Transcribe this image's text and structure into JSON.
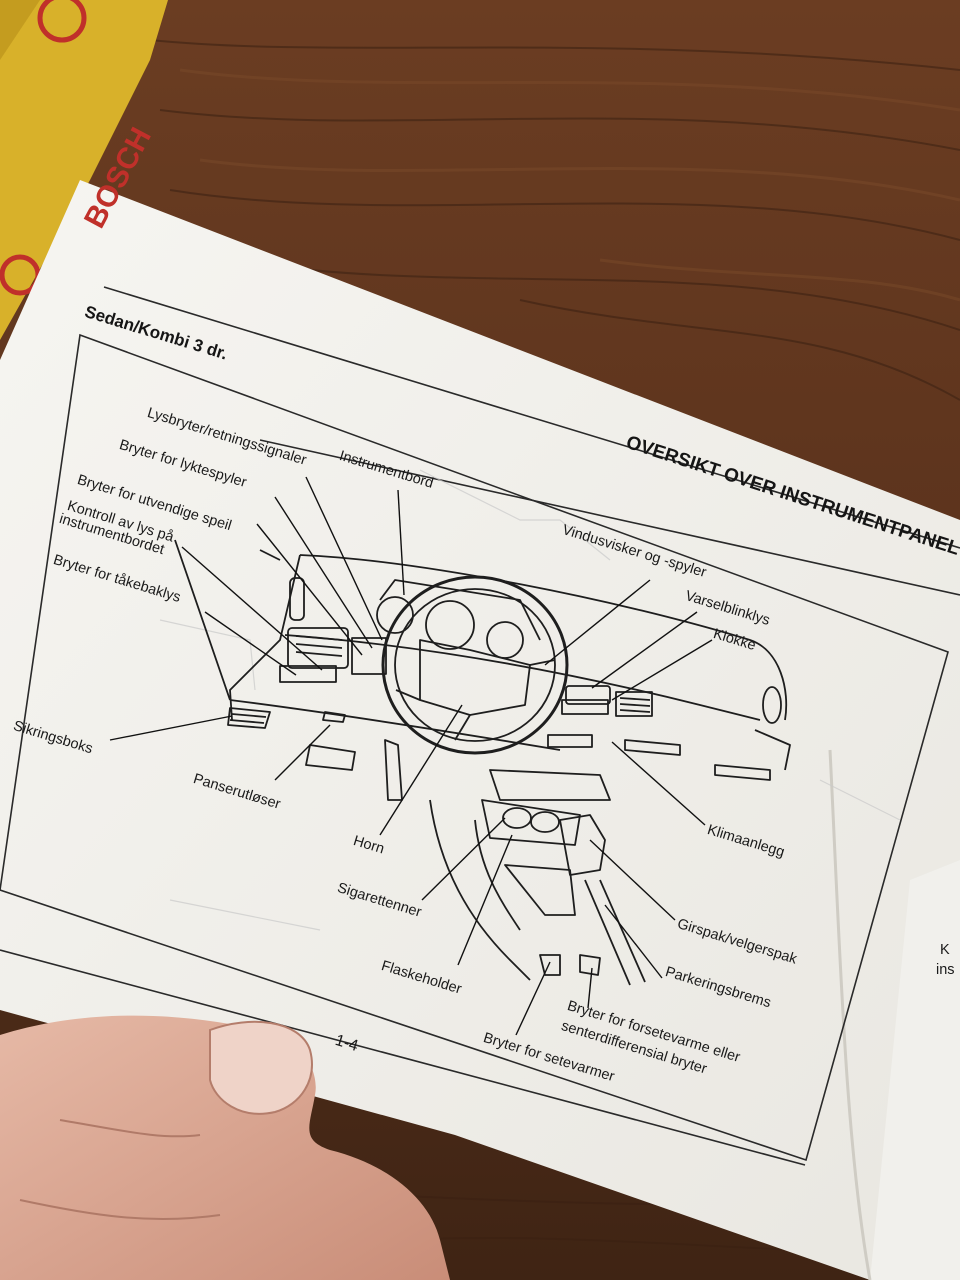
{
  "manual": {
    "model_heading": "Sedan/Kombi 3 dr.",
    "section_title": "OVERSIKT OVER INSTRUMENTPANEL",
    "page_number": "1-4",
    "right_page_fragment": [
      "K",
      "ins"
    ]
  },
  "callouts": {
    "lysbryter": "Lysbryter/retningssignaler",
    "lyktespyler": "Bryter for lyktespyler",
    "speil": "Bryter for utvendige speil",
    "kontroll_line1": "Kontroll av lys på",
    "kontroll_line2": "instrumentbordet",
    "takebaklys": "Bryter for tåkebaklys",
    "sikringsboks": "Sikringsboks",
    "panserutloser": "Panserutløser",
    "horn": "Horn",
    "sigarettenner": "Sigarettenner",
    "flaskeholder": "Flaskeholder",
    "setevarmer": "Bryter for setevarmer",
    "instrumentbord": "Instrumentbord",
    "vindusvisker": "Vindusvisker og -spyler",
    "varselblinklys": "Varselblinklys",
    "klokke": "Klokke",
    "klimaanlegg": "Klimaanlegg",
    "girspak": "Girspak/velgerspak",
    "parkeringsbrems": "Parkeringsbrems",
    "forsete_line1": "Bryter for forsetevarme eller",
    "forsete_line2": "senterdifferensial bryter"
  },
  "background": {
    "box_brand": "BOSCH",
    "colors": {
      "wood": "#5a3420",
      "paper": "#f4f3ef",
      "box": "#d8b12a",
      "brand_red": "#c0302a",
      "ink": "#1a1a1a"
    }
  }
}
